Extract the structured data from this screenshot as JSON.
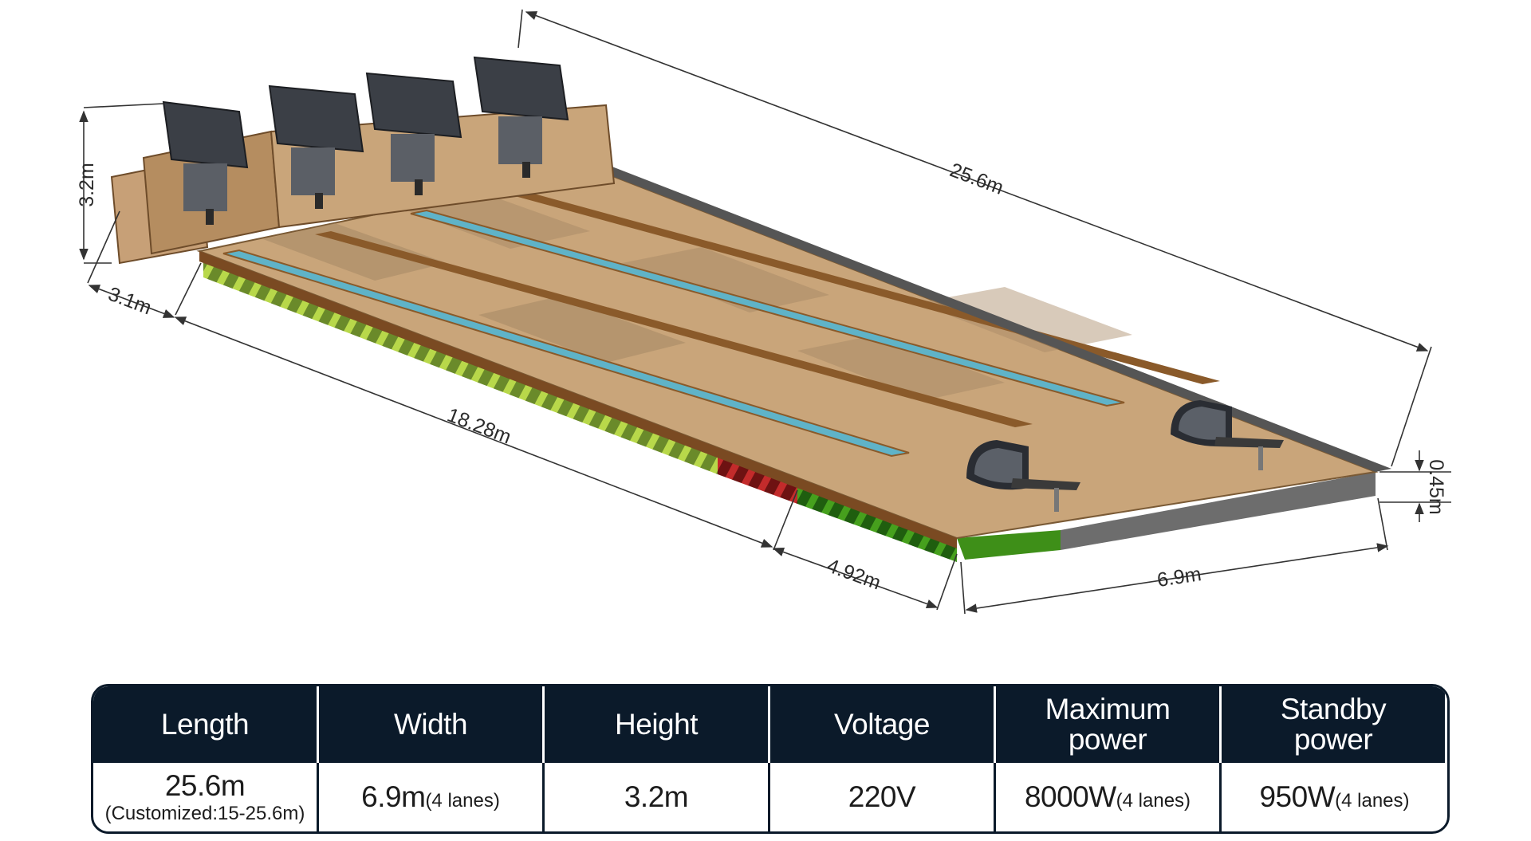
{
  "dimensions": {
    "total_length": "25.6m",
    "height": "3.2m",
    "head_depth": "3.1m",
    "bed_length": "18.28m",
    "front_length": "4.92m",
    "width": "6.9m",
    "rail_height": "0.45m"
  },
  "colors": {
    "table_header_bg": "#0b1a2a",
    "wood": "#c9a57a",
    "frame_green": "#3e8f18",
    "frame_red": "#b11f1f",
    "rail_blue": "#5fb3c8"
  },
  "table": {
    "headers": [
      [
        "Length"
      ],
      [
        "Width"
      ],
      [
        "Height"
      ],
      [
        "Voltage"
      ],
      [
        "Maximum",
        "power"
      ],
      [
        "Standby",
        "power"
      ]
    ],
    "cells": [
      {
        "value": "25.6m",
        "suffix": "",
        "note": "(Customized:15-25.6m)"
      },
      {
        "value": "6.9m",
        "suffix": "(4 lanes)",
        "note": ""
      },
      {
        "value": "3.2m",
        "suffix": "",
        "note": ""
      },
      {
        "value": "220V",
        "suffix": "",
        "note": ""
      },
      {
        "value": "8000W",
        "suffix": "(4 lanes)",
        "note": ""
      },
      {
        "value": "950W",
        "suffix": "(4 lanes)",
        "note": ""
      }
    ]
  }
}
